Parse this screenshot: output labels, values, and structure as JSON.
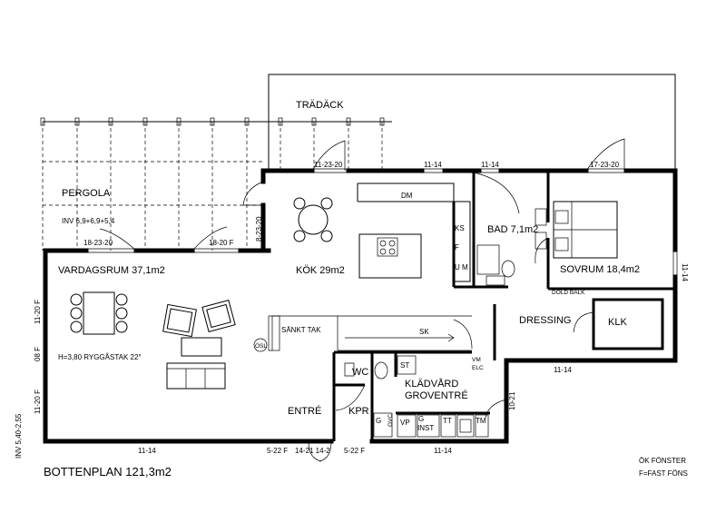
{
  "title": "BOTTENPLAN 121,3m2",
  "legend": {
    "line1": "ÖK FÖNSTER",
    "line2": "F=FAST FÖNS"
  },
  "rooms": {
    "tradack": "TRÄDÄCK",
    "pergola": "PERGOLA",
    "vardagsrum": "VARDAGSRUM 37,1m2",
    "kok": "KÖK 29m2",
    "bad": "BAD 7,1m2",
    "sovrum": "SOVRUM 18,4m2",
    "dressing": "DRESSING",
    "klk": "KLK",
    "entre": "ENTRÉ",
    "wc": "WC",
    "kpr": "KPR",
    "kladvard1": "KLÄDVÅRD",
    "kladvard2": "GROVENTRÉ"
  },
  "notes": {
    "inv_pergola": "INV 6,9+6,9+5,4",
    "ryggastak": "H=3,80  RYGGÅSTAK 22°",
    "sankt_tak": "SÄNKT TAK",
    "sk": "SK",
    "dold_balk": "DOLD BALK",
    "inv_left": "INV 5,40-2,55",
    "osl": "ÖSL",
    "vm": "VM",
    "elc": "ELC",
    "gvc": "GVC"
  },
  "fixtures": {
    "dm": "DM",
    "ks": "KS",
    "f": "F",
    "um": "U M",
    "st": "ST",
    "g": "G",
    "vp": "VP",
    "g_inst1": "G",
    "g_inst2": "INST",
    "tt": "TT",
    "tm": "TM"
  },
  "windows": {
    "w_1123_top": "11-23-20",
    "w_1114_a": "11-14",
    "w_1114_b": "11-14",
    "w_172320": "17-23-20",
    "w_182320": "18-23-20",
    "w_1820f": "18-20 F",
    "w_82320": "8-23-20",
    "w_1120f_a": "11-20 F",
    "w_08f": "08 F",
    "w_1120f_b": "11-20 F",
    "w_1114_bottom_l": "11-14",
    "w_522f_a": "5-22 F",
    "w_14214": "14-21 14-2",
    "w_522f_b": "5-22 F",
    "w_1114_bottom_r": "11-14",
    "w_1114_dress": "11-14",
    "w_1021": "10-21",
    "w_1114_right": "11-14"
  }
}
